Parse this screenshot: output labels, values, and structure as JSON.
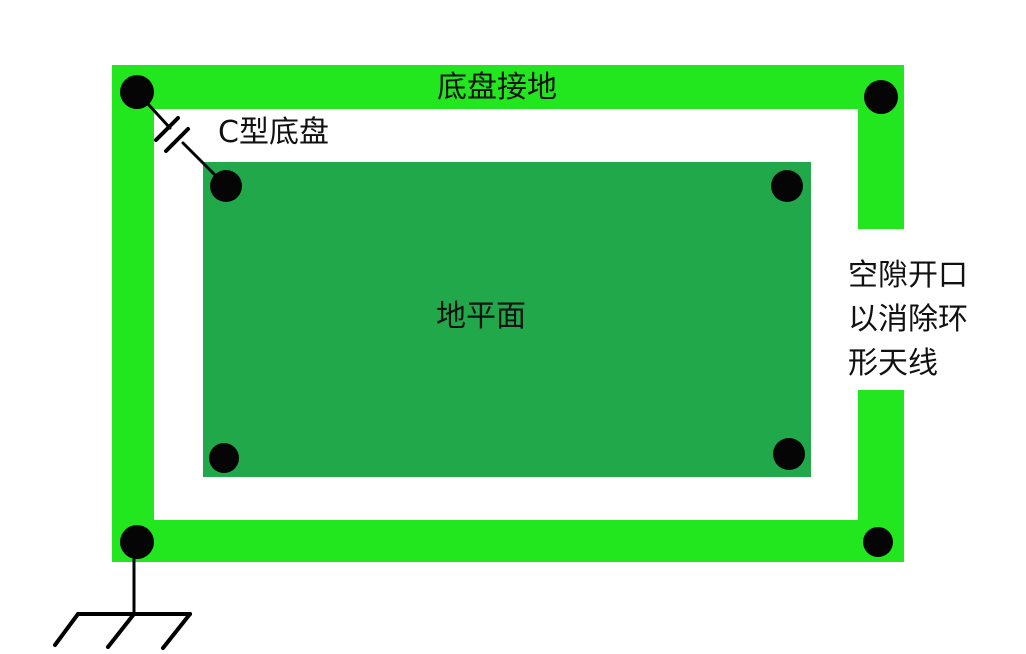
{
  "colors": {
    "chassis_ring": "#22e61e",
    "ground_plane": "#21a84b",
    "screw": "#050505",
    "wire": "#000000",
    "background": "#ffffff"
  },
  "labels": {
    "chassis_ground": "底盘接地",
    "c_type_chassis": "C型底盘",
    "ground_plane": "地平面",
    "gap_note": [
      "空隙开口",
      "以消除环",
      "形天线"
    ]
  },
  "icons": {
    "capacitor": "capacitor-icon",
    "earth_ground": "earth-ground-icon"
  }
}
